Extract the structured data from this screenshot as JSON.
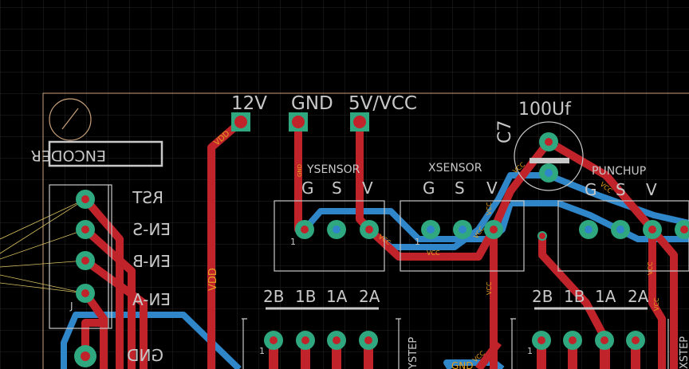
{
  "window": {
    "title": "PCB layout editor - board view"
  },
  "colors": {
    "background": "#000000",
    "grid": "#2a2a2a",
    "board_outline": "#c8a07a",
    "top_copper": "#c0232a",
    "bottom_copper": "#2f86c9",
    "pad": "#2fa880",
    "silkscreen": "#c8c8c8",
    "net_label": "#e6a020",
    "ratsnest": "#d8c060"
  },
  "header_labels": {
    "v12": "12V",
    "gnd": "GND",
    "v5": "5V/VCC",
    "cap_value": "100Uf",
    "cap_ref": "C7"
  },
  "encoder": {
    "title": "ENCODER",
    "pins": [
      "RST",
      "EN-S",
      "EN-B",
      "EN-A",
      "GND"
    ],
    "ref": "J"
  },
  "sensors": {
    "ysensor": {
      "title": "YSENSOR",
      "pins": [
        "G",
        "S",
        "V"
      ]
    },
    "xsensor": {
      "title": "XSENSOR",
      "pins": [
        "G",
        "S",
        "V"
      ]
    },
    "punchup": {
      "title": "PUNCHUP",
      "pins": [
        "G",
        "S",
        "V"
      ]
    }
  },
  "motor_left": {
    "pins": [
      "2B",
      "1B",
      "1A",
      "2A"
    ],
    "side_label": "YSTEP"
  },
  "motor_right": {
    "pins": [
      "2B",
      "1B",
      "1A",
      "2A"
    ],
    "side_label": "XSTEP"
  },
  "net_labels": {
    "vdd": "VDD",
    "vcc": "VCC",
    "gnd": "GND"
  },
  "pin_one": "1"
}
